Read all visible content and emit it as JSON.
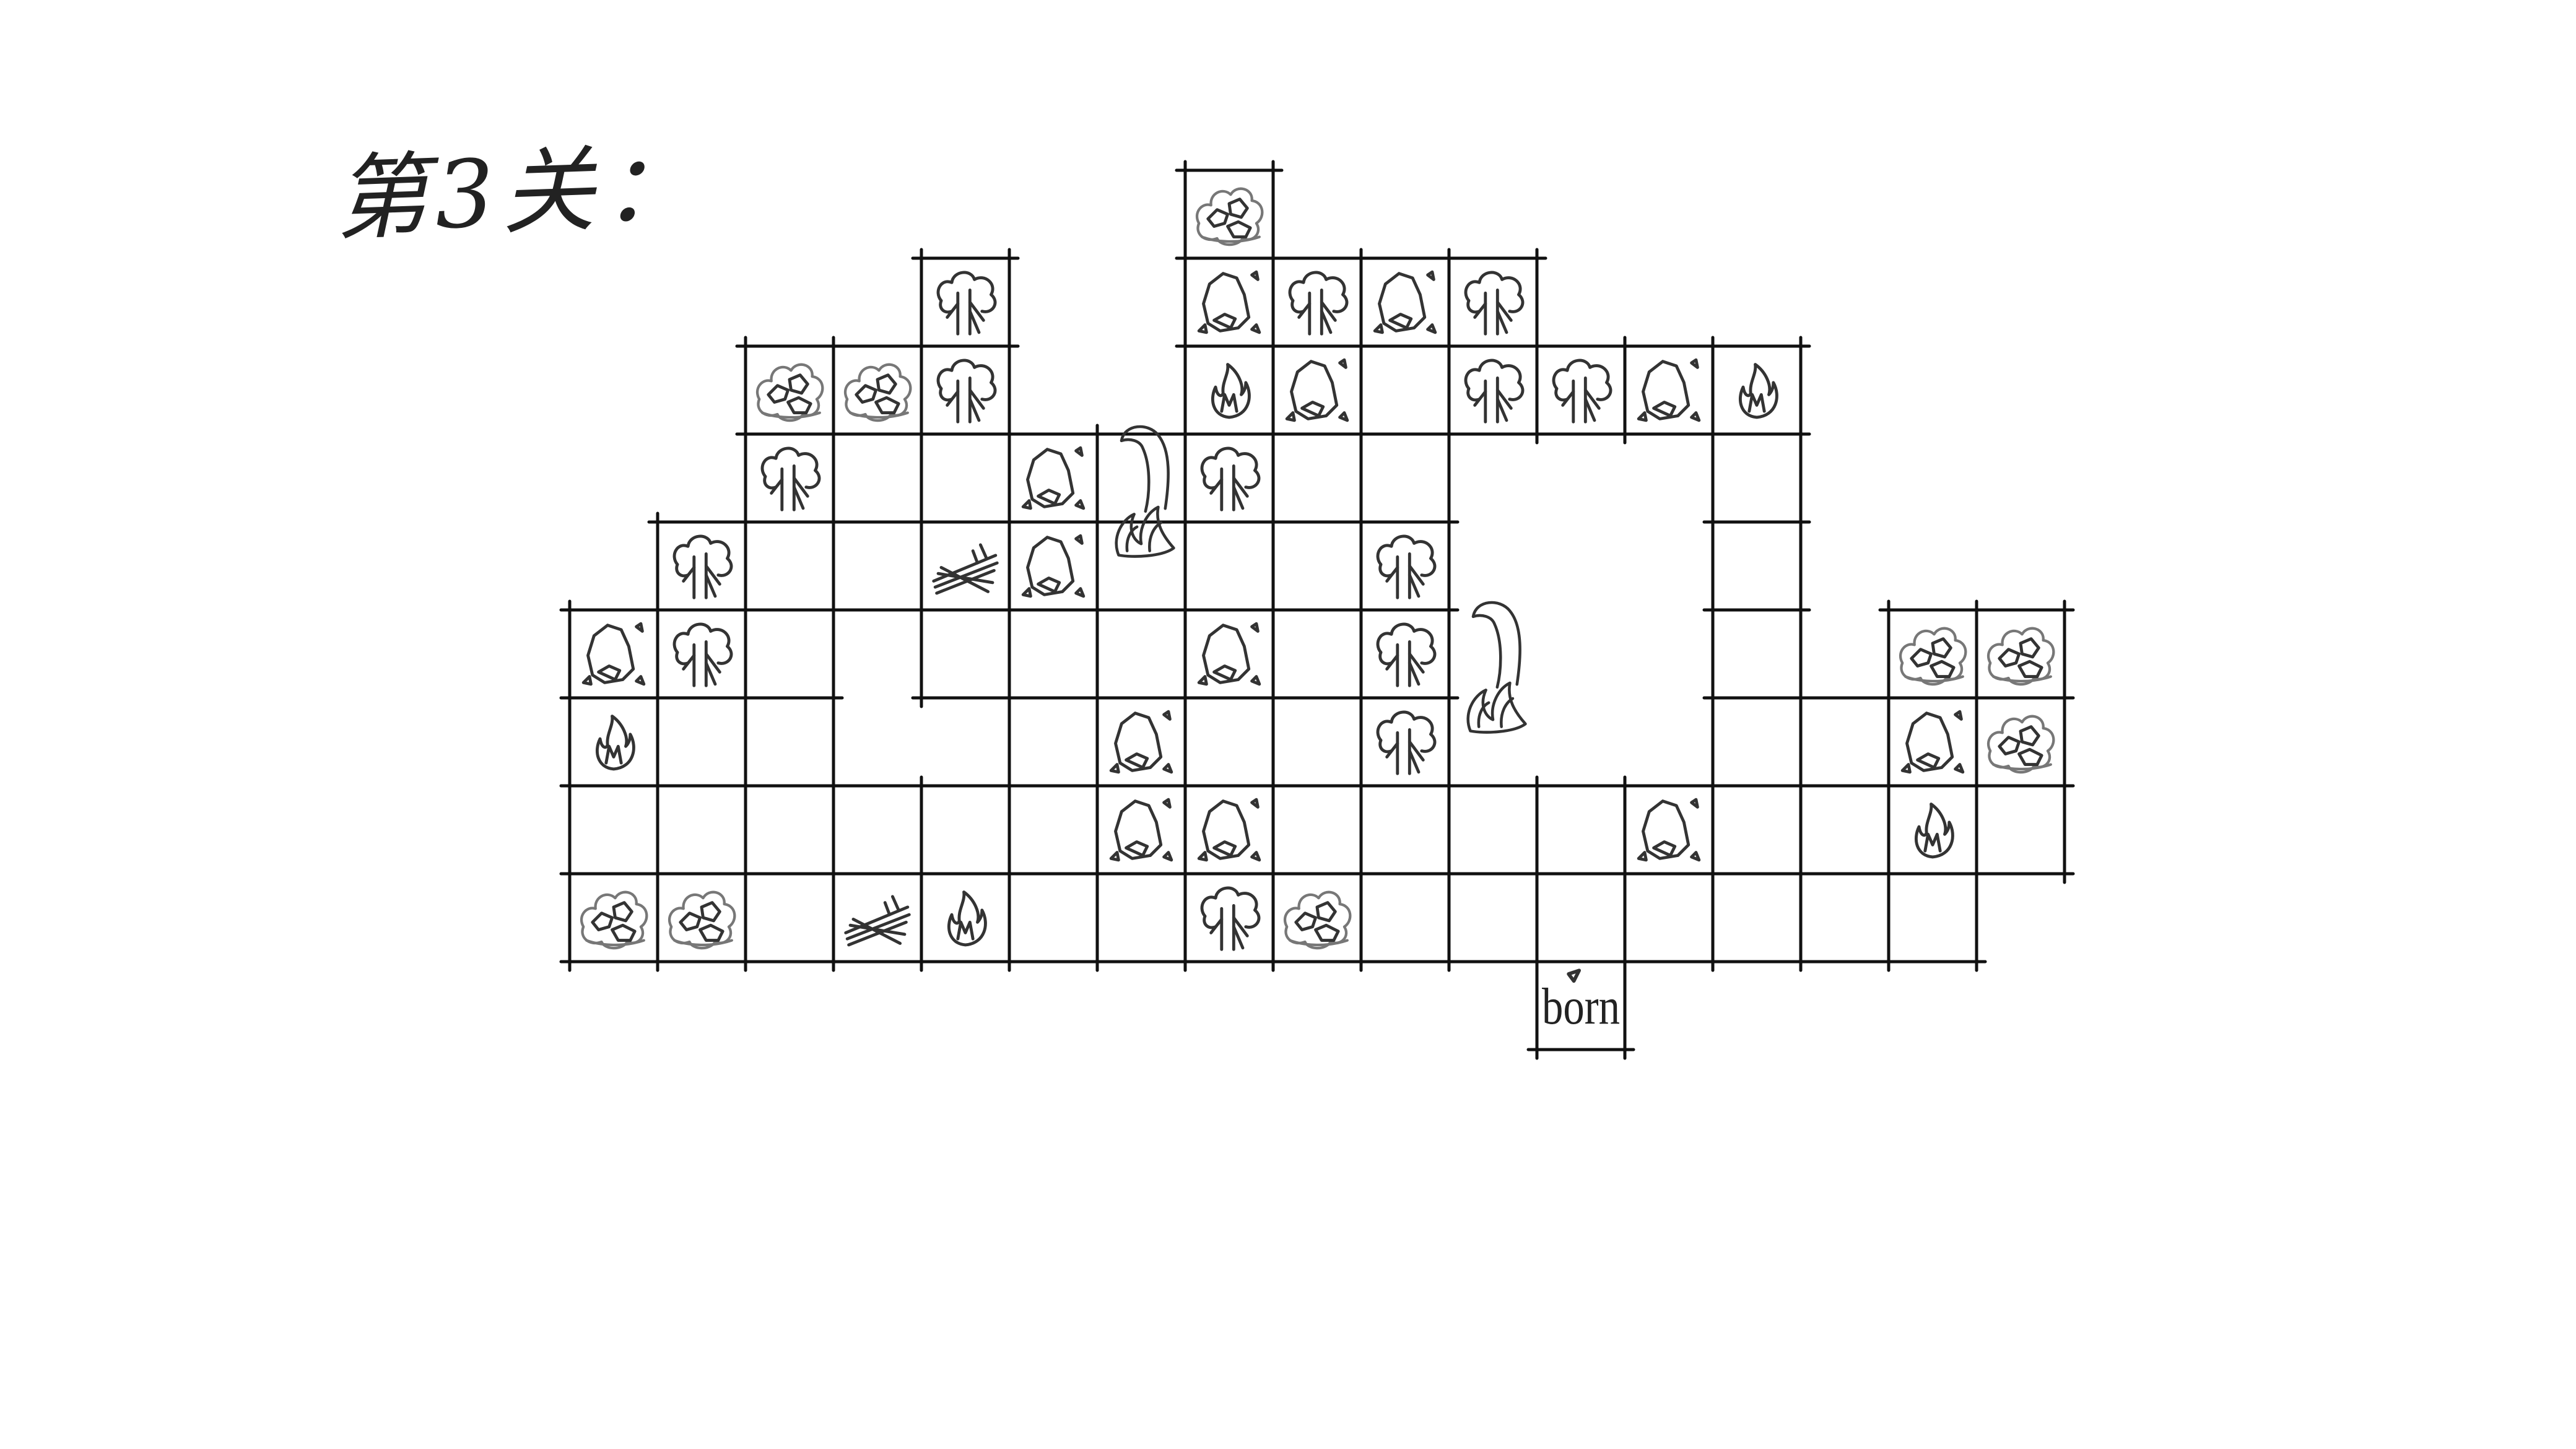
{
  "level": {
    "title": "第3关："
  },
  "legend": {
    "shrub": "bush-icon",
    "tree": "tree-icon",
    "rock": "rock-icon",
    "flame": "flame-icon",
    "logs": "firewood-icon",
    "creature": "snake-icon"
  },
  "board": {
    "rows": 10,
    "cols": 17,
    "cells": [
      [
        7,
        0
      ],
      [
        4,
        1
      ],
      [
        7,
        1
      ],
      [
        8,
        1
      ],
      [
        9,
        1
      ],
      [
        10,
        1
      ],
      [
        2,
        2
      ],
      [
        3,
        2
      ],
      [
        4,
        2
      ],
      [
        7,
        2
      ],
      [
        8,
        2
      ],
      [
        9,
        2
      ],
      [
        10,
        2
      ],
      [
        11,
        2
      ],
      [
        12,
        2
      ],
      [
        13,
        2
      ],
      [
        2,
        3
      ],
      [
        3,
        3
      ],
      [
        4,
        3
      ],
      [
        5,
        3
      ],
      [
        6,
        3
      ],
      [
        7,
        3
      ],
      [
        8,
        3
      ],
      [
        9,
        3
      ],
      [
        13,
        3
      ],
      [
        1,
        4
      ],
      [
        2,
        4
      ],
      [
        3,
        4
      ],
      [
        4,
        4
      ],
      [
        5,
        4
      ],
      [
        6,
        4
      ],
      [
        7,
        4
      ],
      [
        8,
        4
      ],
      [
        9,
        4
      ],
      [
        13,
        4
      ],
      [
        0,
        5
      ],
      [
        1,
        5
      ],
      [
        2,
        5
      ],
      [
        4,
        5
      ],
      [
        5,
        5
      ],
      [
        6,
        5
      ],
      [
        7,
        5
      ],
      [
        8,
        5
      ],
      [
        9,
        5
      ],
      [
        13,
        5
      ],
      [
        15,
        5
      ],
      [
        16,
        5
      ],
      [
        0,
        6
      ],
      [
        1,
        6
      ],
      [
        2,
        6
      ],
      [
        5,
        6
      ],
      [
        6,
        6
      ],
      [
        7,
        6
      ],
      [
        8,
        6
      ],
      [
        9,
        6
      ],
      [
        13,
        6
      ],
      [
        14,
        6
      ],
      [
        15,
        6
      ],
      [
        16,
        6
      ],
      [
        0,
        7
      ],
      [
        1,
        7
      ],
      [
        2,
        7
      ],
      [
        3,
        7
      ],
      [
        4,
        7
      ],
      [
        5,
        7
      ],
      [
        6,
        7
      ],
      [
        7,
        7
      ],
      [
        8,
        7
      ],
      [
        10,
        7
      ],
      [
        11,
        7
      ],
      [
        12,
        7
      ],
      [
        13,
        7
      ],
      [
        14,
        7
      ],
      [
        15,
        7
      ],
      [
        16,
        7
      ],
      [
        0,
        8
      ],
      [
        1,
        8
      ],
      [
        2,
        8
      ],
      [
        3,
        8
      ],
      [
        4,
        8
      ],
      [
        5,
        8
      ],
      [
        6,
        8
      ],
      [
        7,
        8
      ],
      [
        8,
        8
      ],
      [
        9,
        8
      ],
      [
        10,
        8
      ],
      [
        11,
        8
      ],
      [
        12,
        8
      ],
      [
        13,
        8
      ],
      [
        14,
        8
      ],
      [
        15,
        8
      ],
      [
        11,
        9
      ]
    ],
    "items": [
      {
        "c": 7,
        "r": 0,
        "type": "shrub"
      },
      {
        "c": 4,
        "r": 1,
        "type": "tree"
      },
      {
        "c": 7,
        "r": 1,
        "type": "rock"
      },
      {
        "c": 8,
        "r": 1,
        "type": "tree"
      },
      {
        "c": 9,
        "r": 1,
        "type": "rock"
      },
      {
        "c": 10,
        "r": 1,
        "type": "tree"
      },
      {
        "c": 2,
        "r": 2,
        "type": "shrub"
      },
      {
        "c": 3,
        "r": 2,
        "type": "shrub"
      },
      {
        "c": 4,
        "r": 2,
        "type": "tree"
      },
      {
        "c": 7,
        "r": 2,
        "type": "flame"
      },
      {
        "c": 8,
        "r": 2,
        "type": "rock"
      },
      {
        "c": 10,
        "r": 2,
        "type": "tree"
      },
      {
        "c": 11,
        "r": 2,
        "type": "tree"
      },
      {
        "c": 12,
        "r": 2,
        "type": "rock"
      },
      {
        "c": 13,
        "r": 2,
        "type": "flame"
      },
      {
        "c": 2,
        "r": 3,
        "type": "tree"
      },
      {
        "c": 5,
        "r": 3,
        "type": "rock"
      },
      {
        "c": 7,
        "r": 3,
        "type": "tree"
      },
      {
        "c": 1,
        "r": 4,
        "type": "tree"
      },
      {
        "c": 4,
        "r": 4,
        "type": "logs"
      },
      {
        "c": 5,
        "r": 4,
        "type": "rock"
      },
      {
        "c": 9,
        "r": 4,
        "type": "tree"
      },
      {
        "c": 0,
        "r": 5,
        "type": "rock"
      },
      {
        "c": 1,
        "r": 5,
        "type": "tree"
      },
      {
        "c": 7,
        "r": 5,
        "type": "rock"
      },
      {
        "c": 9,
        "r": 5,
        "type": "tree"
      },
      {
        "c": 15,
        "r": 5,
        "type": "shrub"
      },
      {
        "c": 16,
        "r": 5,
        "type": "shrub"
      },
      {
        "c": 0,
        "r": 6,
        "type": "flame"
      },
      {
        "c": 6,
        "r": 6,
        "type": "rock"
      },
      {
        "c": 9,
        "r": 6,
        "type": "tree"
      },
      {
        "c": 15,
        "r": 6,
        "type": "rock"
      },
      {
        "c": 16,
        "r": 6,
        "type": "shrub"
      },
      {
        "c": 6,
        "r": 7,
        "type": "rock"
      },
      {
        "c": 7,
        "r": 7,
        "type": "rock"
      },
      {
        "c": 12,
        "r": 7,
        "type": "rock"
      },
      {
        "c": 15,
        "r": 7,
        "type": "flame"
      },
      {
        "c": 0,
        "r": 8,
        "type": "shrub"
      },
      {
        "c": 1,
        "r": 8,
        "type": "shrub"
      },
      {
        "c": 3,
        "r": 8,
        "type": "logs"
      },
      {
        "c": 4,
        "r": 8,
        "type": "flame"
      },
      {
        "c": 7,
        "r": 8,
        "type": "tree"
      },
      {
        "c": 8,
        "r": 8,
        "type": "shrub"
      }
    ],
    "creatures": [
      {
        "c": 6,
        "r": 3,
        "span": 2
      },
      {
        "c": 10,
        "r": 5,
        "span": 2
      }
    ],
    "spawn": {
      "c": 11,
      "r": 9,
      "label": "born"
    }
  }
}
